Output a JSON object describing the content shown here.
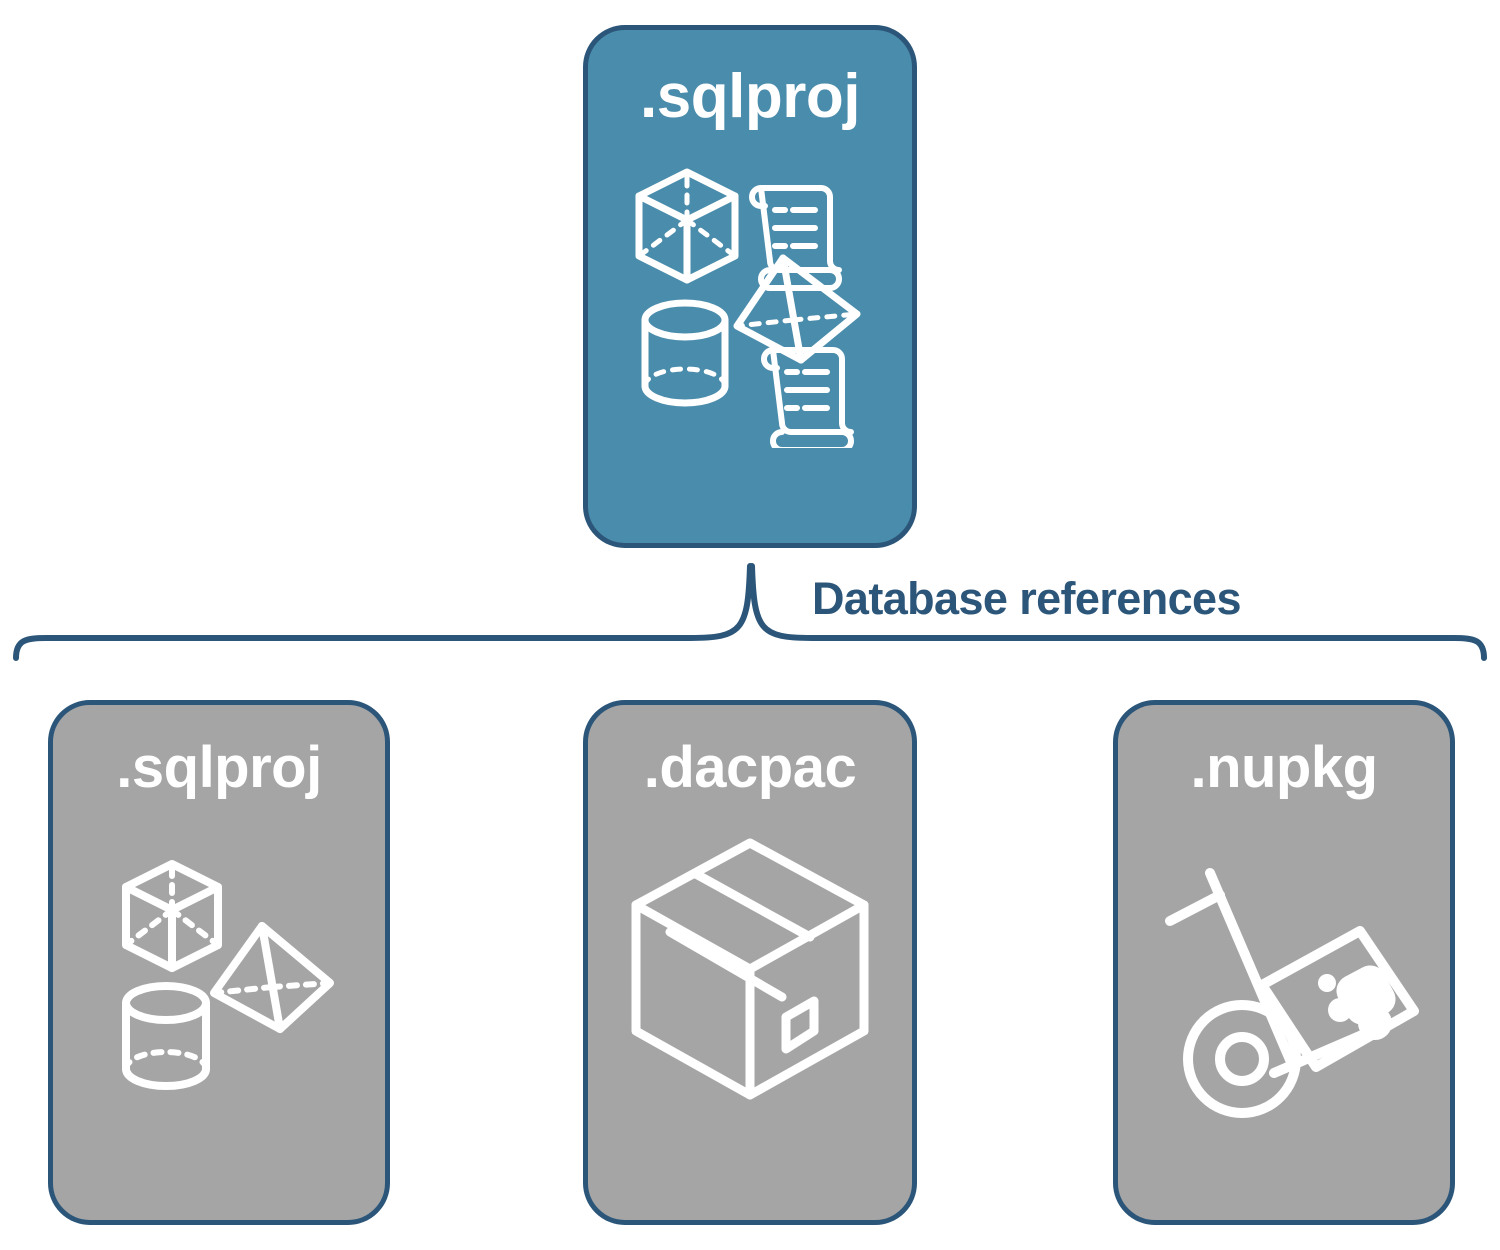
{
  "diagram": {
    "title": "Database references",
    "background_color": "#ffffff",
    "accent_color": "#2c5679",
    "root_fill": "#4a8cab",
    "leaf_fill": "#a5a5a5",
    "icon_color": "#ffffff"
  },
  "root": {
    "label": ".sqlproj",
    "fill": "#4a8cab",
    "icons": [
      "cube-icon",
      "pyramid-icon",
      "cylinder-icon",
      "scroll-icon",
      "scroll-icon"
    ]
  },
  "connector": {
    "label": "Database references",
    "style": "curly-brace",
    "color": "#2c5679"
  },
  "leaves": [
    {
      "label": ".sqlproj",
      "fill": "#a5a5a5",
      "icons": [
        "cube-icon",
        "pyramid-icon",
        "cylinder-icon"
      ]
    },
    {
      "label": ".dacpac",
      "fill": "#a5a5a5",
      "icons": [
        "package-box-icon"
      ]
    },
    {
      "label": ".nupkg",
      "fill": "#a5a5a5",
      "icons": [
        "hand-truck-icon",
        "nuget-package-icon"
      ]
    }
  ]
}
